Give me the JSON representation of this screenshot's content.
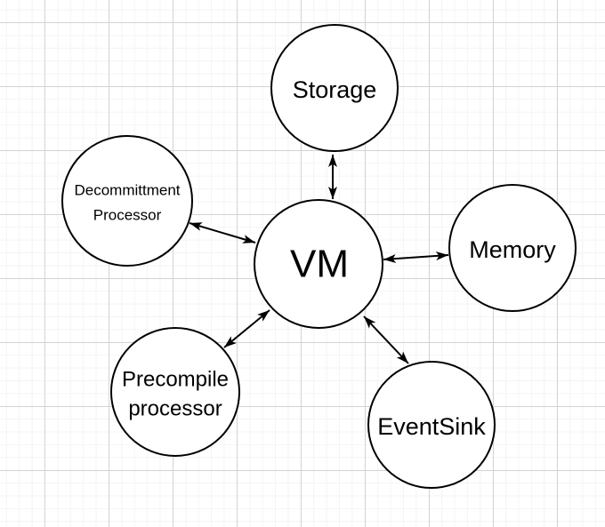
{
  "diagram": {
    "nodes": [
      {
        "id": "storage",
        "label": "Storage"
      },
      {
        "id": "decommittment-processor",
        "label_line1": "Decommittment",
        "label_line2": "Processor"
      },
      {
        "id": "vm",
        "label": "VM"
      },
      {
        "id": "memory",
        "label": "Memory"
      },
      {
        "id": "precompile-processor",
        "label_line1": "Precompile",
        "label_line2": "processor"
      },
      {
        "id": "eventsink",
        "label": "EventSink"
      }
    ],
    "edges": [
      {
        "from": "VM",
        "to": "Storage",
        "type": "double-arrow"
      },
      {
        "from": "VM",
        "to": "Decommittment Processor",
        "type": "double-arrow"
      },
      {
        "from": "VM",
        "to": "Memory",
        "type": "double-arrow"
      },
      {
        "from": "VM",
        "to": "Precompile processor",
        "type": "double-arrow"
      },
      {
        "from": "VM",
        "to": "EventSink",
        "type": "double-arrow"
      }
    ],
    "colors": {
      "canvas_bg": "#ffffff",
      "grid_minor": "#f4f4f4",
      "grid_major": "#d4d4d4",
      "node_fill": "#ffffff",
      "node_stroke": "#000000",
      "edge_stroke": "#000000",
      "text": "#000000"
    }
  }
}
